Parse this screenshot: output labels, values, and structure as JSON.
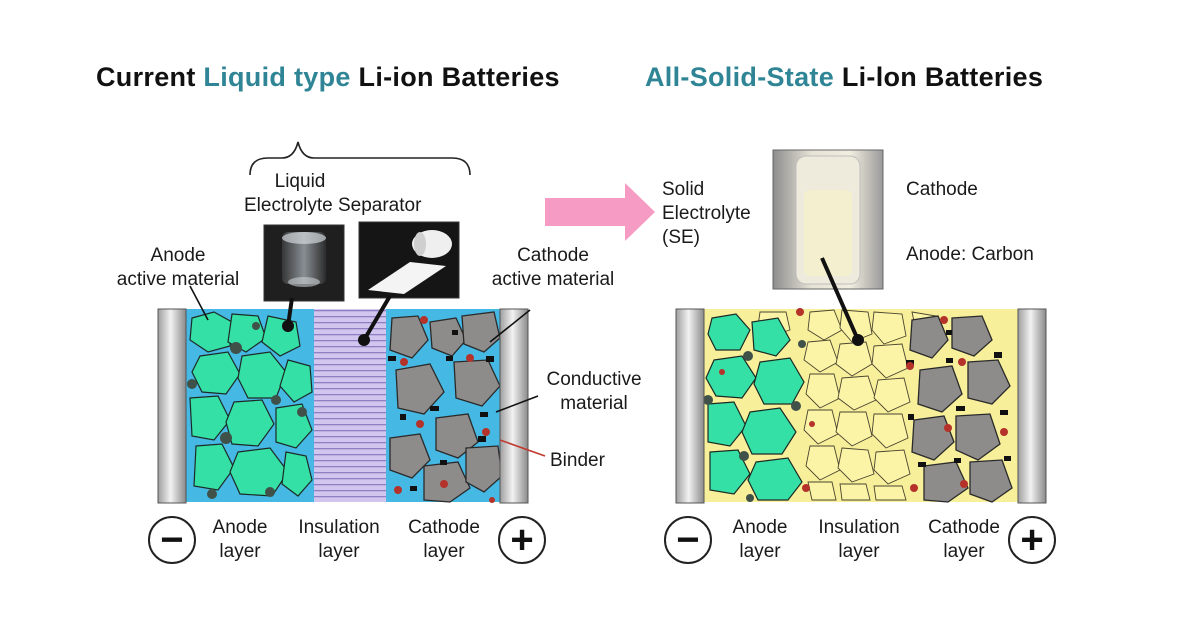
{
  "left": {
    "title_prefix": "Current ",
    "title_accent": "Liquid type",
    "title_suffix": " Li-ion Batteries",
    "liquid_electrolyte_line1": "Liquid",
    "liquid_electrolyte_line2": "Electrolyte",
    "separator": "Separator",
    "anode_active_line1": "Anode",
    "anode_active_line2": "active material",
    "cathode_active_line1": "Cathode",
    "cathode_active_line2": "active material",
    "conductive_line1": "Conductive",
    "conductive_line2": "material",
    "binder": "Binder",
    "minus": "−",
    "plus": "+",
    "anode_layer_line1": "Anode",
    "anode_layer_line2": "layer",
    "insulation_layer_line1": "Insulation",
    "insulation_layer_line2": "layer",
    "cathode_layer_line1": "Cathode",
    "cathode_layer_line2": "layer"
  },
  "right": {
    "title_accent": "All-Solid-State",
    "title_suffix": " Li-lon Batteries",
    "se_line1": "Solid",
    "se_line2": "Electrolyte",
    "se_line3": "(SE)",
    "cathode": "Cathode",
    "anode_carbon": "Anode: Carbon",
    "minus": "−",
    "plus": "+",
    "anode_layer_line1": "Anode",
    "anode_layer_line2": "layer",
    "insulation_layer_line1": "Insulation",
    "insulation_layer_line2": "layer",
    "cathode_layer_line1": "Cathode",
    "cathode_layer_line2": "layer"
  },
  "colors": {
    "accent": "#2f8595",
    "arrow": "#f59bc4",
    "liquid_bg": "#44b8e3",
    "separator": "#c9b9e6",
    "solid_bg": "#f7f09a",
    "anode_particle": "#34e0a6",
    "cathode_particle": "#8a8888",
    "binder": "#b5322a",
    "current_collector": "#bfbfbf"
  }
}
